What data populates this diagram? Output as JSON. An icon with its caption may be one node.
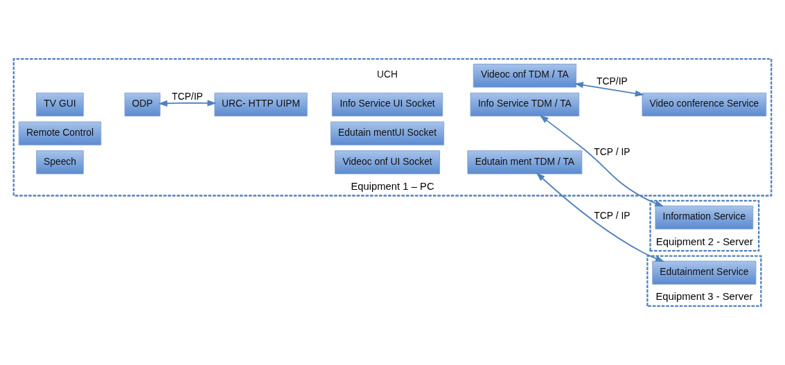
{
  "diagram": {
    "nodes": [
      {
        "text": [
          "Equipment 1 – PC"
        ]
      },
      {
        "text": [
          "TV GUI"
        ],
        "in": 0
      },
      {
        "text": [
          "Remote Control"
        ],
        "in": 0
      },
      {
        "text": [
          "Speech"
        ],
        "in": 0
      },
      {
        "text": [
          "ODP"
        ],
        "in": 0
      },
      {
        "text": [
          "URC- HTTP UIPM"
        ],
        "in": 0
      },
      {
        "text": [
          "Info Service UI Socket"
        ],
        "in": 0
      },
      {
        "text": [
          "Info Service TDM / TA"
        ],
        "in": 0
      },
      {
        "text": [
          "Edutain mentUI Socket"
        ],
        "in": 0
      },
      {
        "text": [
          "Edutain ment TDM / TA"
        ],
        "in": 0
      },
      {
        "text": [
          "Videoc onf UI Socket"
        ],
        "in": 0
      },
      {
        "text": [
          "Videoc onf TDM / TA"
        ],
        "in": 0
      },
      {
        "text": [
          "Video conference Service"
        ],
        "in": 0
      },
      {
        "text": [
          "Equipment 2 - Server"
        ]
      },
      {
        "text": [
          "Information Service"
        ],
        "in": 13
      },
      {
        "text": [
          "Equipment 3 - Server"
        ]
      },
      {
        "text": [
          "Edutainment Service"
        ],
        "in": 15
      }
    ],
    "edges": [
      {
        "from": 4,
        "to": 5,
        "arrow": "both",
        "label": "TCP/IP"
      },
      {
        "from": 7,
        "to": 14,
        "arrow": "both",
        "label": "TCP / IP"
      },
      {
        "from": 9,
        "to": 16,
        "arrow": "both",
        "label": "TCP / IP"
      },
      {
        "from": 11,
        "to": 12,
        "arrow": "both",
        "label": "TCP/IP"
      }
    ],
    "labels": [
      "UCH"
    ]
  }
}
